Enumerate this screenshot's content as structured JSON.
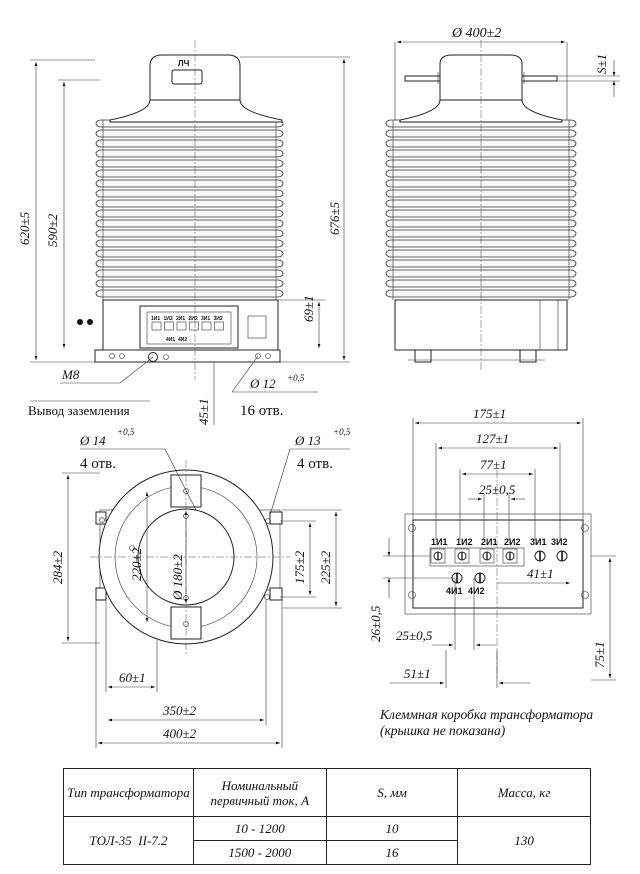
{
  "front_view": {
    "dims": {
      "h620": "620±5",
      "h590": "590±2",
      "h676": "676±5",
      "h69": "69±1",
      "h45": "45±1",
      "hole12": "Ø 12",
      "hole12_tol": "+0,5",
      "bolt": "M8"
    },
    "logo": "ЛЧ",
    "holes_count": "16 отв.",
    "ground_label": "Вывод заземления",
    "mini_terminals": [
      "1И1",
      "1И2",
      "2И1",
      "2И2",
      "3И1",
      "3И2"
    ],
    "mini_terminals_lower": [
      "4И1",
      "4И2"
    ]
  },
  "side_view": {
    "dims": {
      "dia400": "Ø 400±2",
      "s": "S±1"
    }
  },
  "top_view": {
    "dims": {
      "hole14": "Ø 14",
      "hole14_tol": "+0,5",
      "hole13": "Ø 13",
      "hole13_tol": "+0,5",
      "holes_left": "4 отв.",
      "holes_right": "4 отв.",
      "h284": "284±2",
      "h220": "220±2",
      "dia180": "Ø 180±2",
      "h175": "175±2",
      "h225": "225±2",
      "w60": "60±1",
      "w350": "350±2",
      "w400": "400±2"
    }
  },
  "terminal_box": {
    "dims": {
      "w175": "175±1",
      "w127": "127±1",
      "w77": "77±1",
      "w25a": "25±0,5",
      "w41": "41±1",
      "h26": "26±0,5",
      "w25b": "25±0,5",
      "w51": "51±1",
      "h75": "75±1"
    },
    "terminals_top": [
      "1И1",
      "1И2",
      "2И1",
      "2И2",
      "3И1",
      "3И2"
    ],
    "terminals_bottom": [
      "4И1",
      "4И2"
    ],
    "caption_line1": "Клеммная коробка трансформатора",
    "caption_line2": "(крышка не показана)"
  },
  "table": {
    "headers": {
      "type": "Тип трансформатора",
      "current": "Номинальный первичный ток, А",
      "s": "S, мм",
      "mass": "Масса, кг"
    },
    "type_name": "ТОЛ-35  II-7.2",
    "rows": [
      {
        "current": "10 - 1200",
        "s": "10"
      },
      {
        "current": "1500 - 2000",
        "s": "16"
      }
    ],
    "mass": "130"
  }
}
